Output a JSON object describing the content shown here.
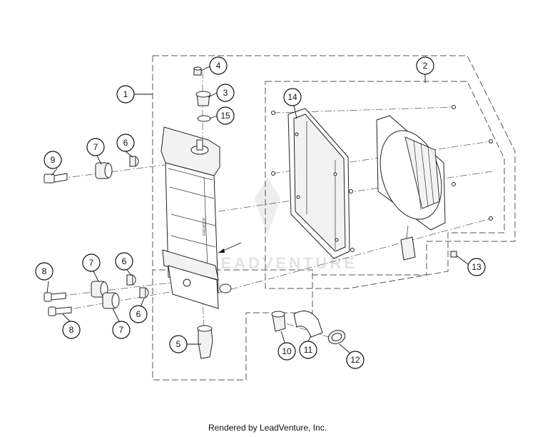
{
  "watermark": {
    "text": "LEADVENTURE"
  },
  "footer": {
    "text": "Rendered by LeadVenture, Inc."
  },
  "callouts": [
    "1",
    "2",
    "3",
    "4",
    "5",
    "6",
    "6",
    "6",
    "7",
    "7",
    "7",
    "8",
    "8",
    "9",
    "10",
    "11",
    "12",
    "13",
    "14",
    "15"
  ]
}
